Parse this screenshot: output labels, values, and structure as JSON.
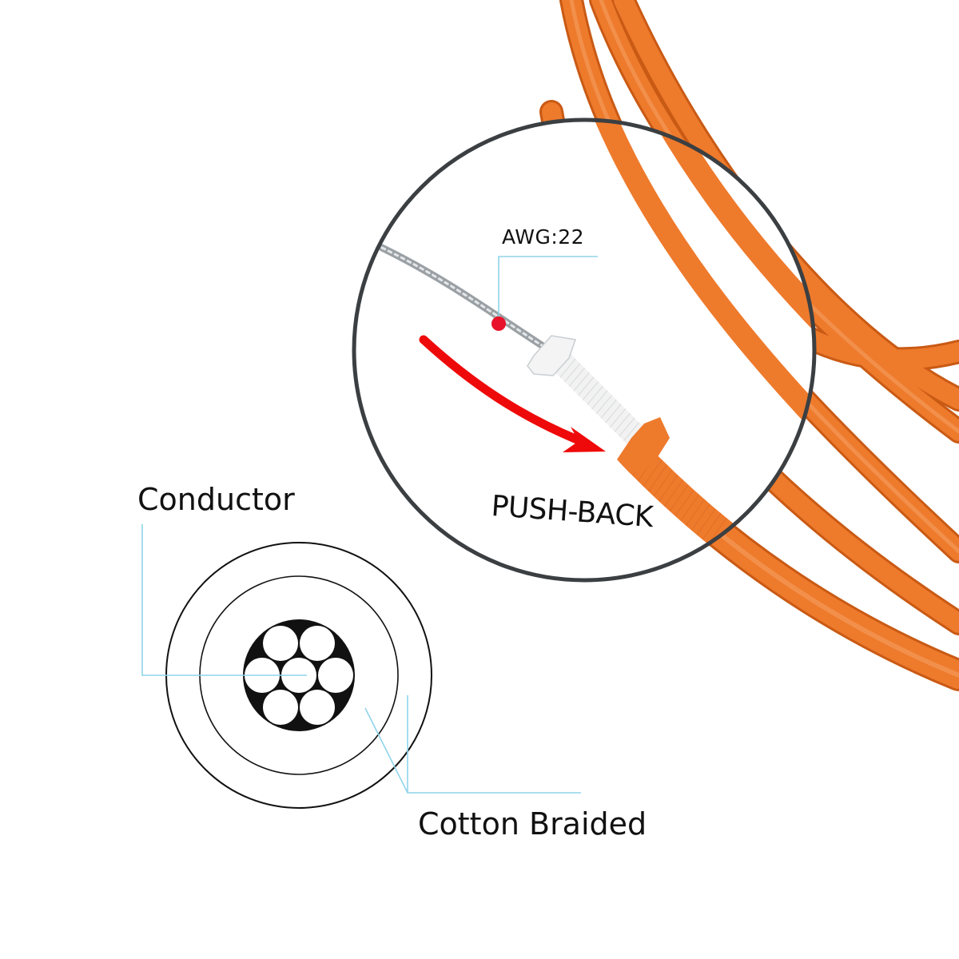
{
  "labels": {
    "awg": "AWG:22",
    "push_back": "PUSH-BACK",
    "conductor": "Conductor",
    "cotton_braided": "Cotton Braided"
  },
  "colors": {
    "wire_orange": "#ee7a2c",
    "wire_orange_dark": "#c95a14",
    "wire_orange_light": "#f6a266",
    "leader_line": "#8fd3ea",
    "arrow_red": "#ee0a0a",
    "marker_red": "#e8122a",
    "loupe_ring": "#3b3f42",
    "diagram_stroke": "#111111",
    "braid_white": "#f2f2f2",
    "conductor_silver": "#9aa0a4"
  },
  "icons": {
    "arrow": "curved-arrow-icon",
    "marker": "red-dot-marker-icon"
  }
}
